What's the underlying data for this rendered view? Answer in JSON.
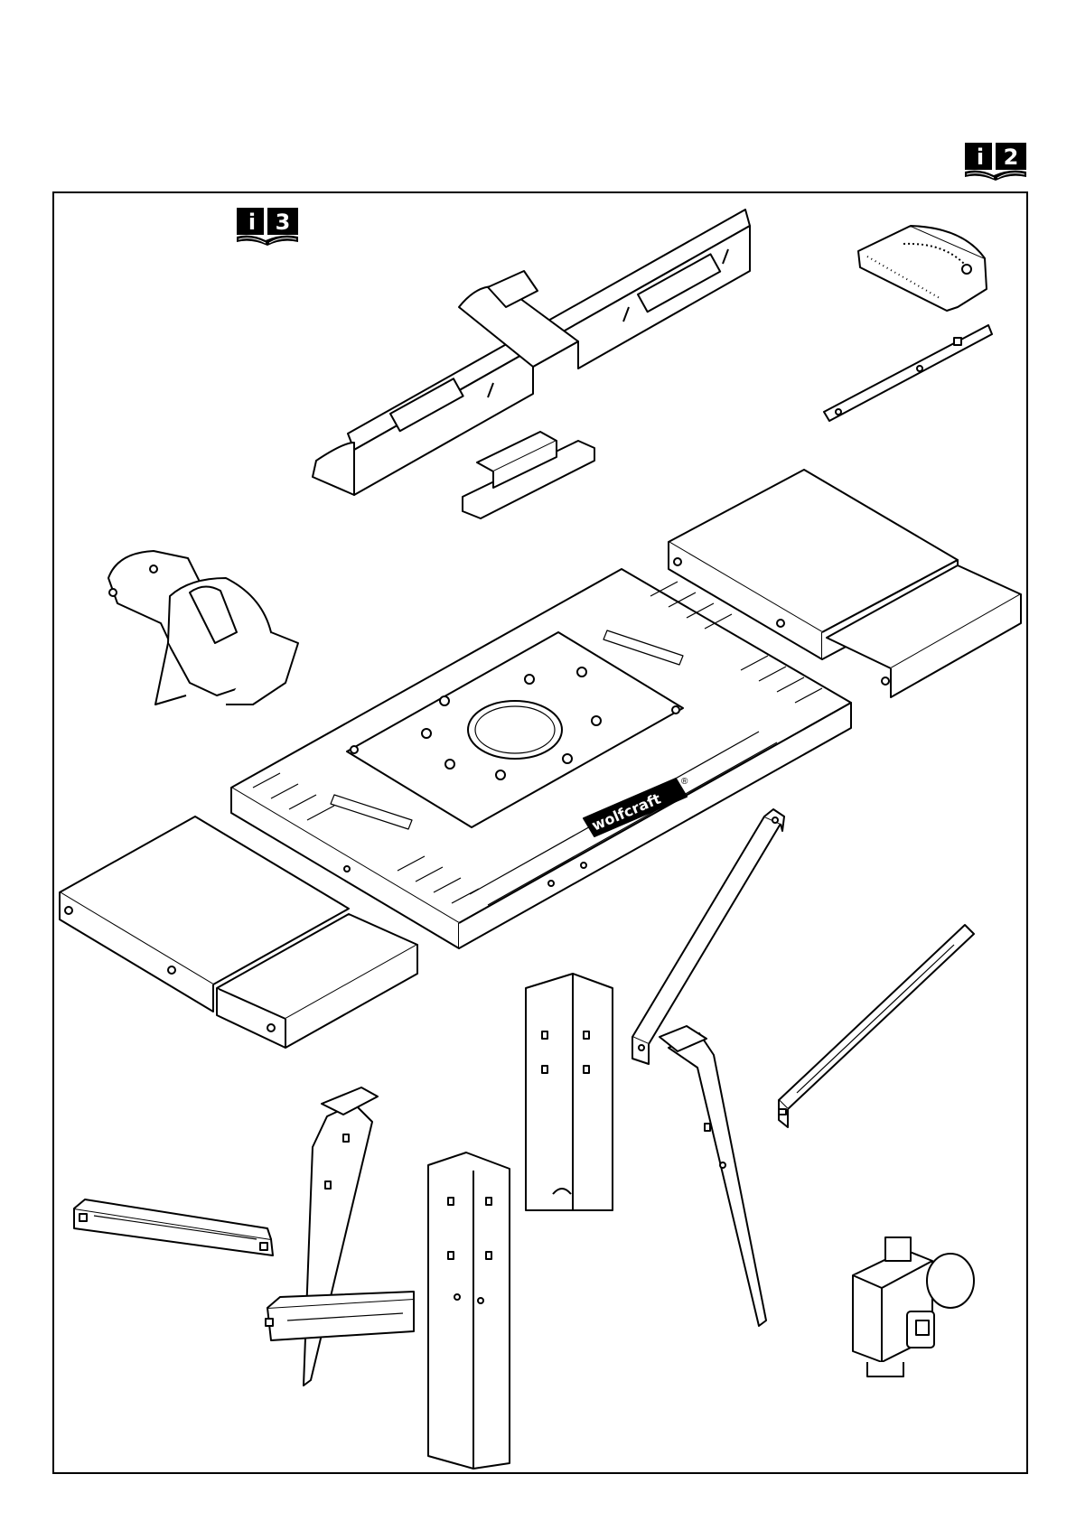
{
  "badges": {
    "top": {
      "left": "i",
      "right": "2"
    },
    "inner": {
      "left": "i",
      "right": "3"
    }
  },
  "brand": {
    "logo_text": "wolfcraft",
    "mark": "®"
  },
  "icons": {
    "info_book": "open-book-info-icon"
  },
  "colors": {
    "ink": "#000000",
    "paper": "#ffffff"
  }
}
